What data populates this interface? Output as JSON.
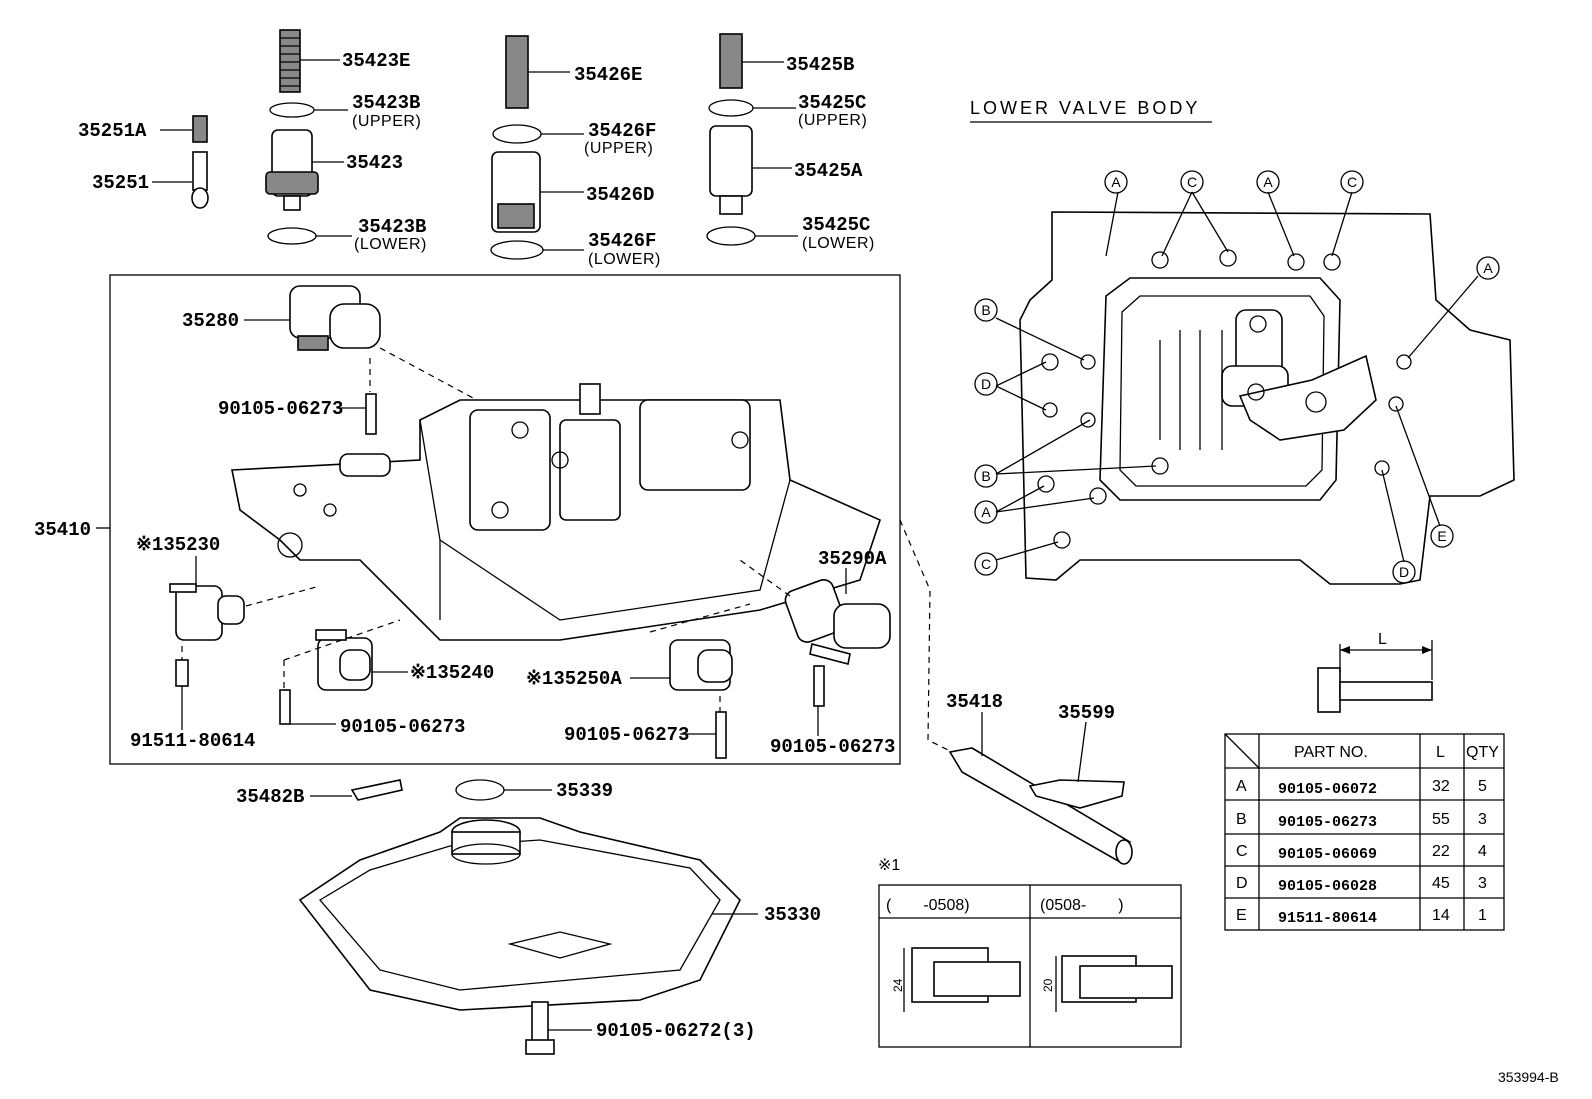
{
  "labels": {
    "p35423E": "35423E",
    "p35426E": "35426E",
    "p35425B": "35425B",
    "p35423B_u": "35423B",
    "p35426F_u": "35426F",
    "p35425C_u": "35425C",
    "upper": "(UPPER)",
    "lower": "(LOWER)",
    "p35251A": "35251A",
    "p35251": "35251",
    "p35423": "35423",
    "p35426D": "35426D",
    "p35425A": "35425A",
    "p35423B_l": "35423B",
    "p35426F_l": "35426F",
    "p35425C_l": "35425C",
    "p35280": "35280",
    "b90105_06273_a": "90105-06273",
    "p35410": "35410",
    "p135230": "※135230",
    "p35290A": "35290A",
    "p135240": "※135240",
    "p135250A": "※135250A",
    "b91511_80614": "91511-80614",
    "b90105_06273_b": "90105-06273",
    "b90105_06273_c": "90105-06273",
    "b90105_06273_d": "90105-06273",
    "p35482B": "35482B",
    "p35339": "35339",
    "p35330": "35330",
    "b90105_06272": "90105-06272(3)",
    "p35418": "35418",
    "p35599": "35599",
    "note1": "※1",
    "ref": "353994-B"
  },
  "lower_valve_body": {
    "title": "LOWER VALVE BODY",
    "markers": [
      "A",
      "C",
      "A",
      "C",
      "A",
      "B",
      "D",
      "B",
      "A",
      "C",
      "E",
      "D"
    ]
  },
  "bolt_dim": "L",
  "bolt_table": {
    "headers": [
      "PART NO.",
      "L",
      "QTY"
    ],
    "rows": [
      {
        "key": "A",
        "part": "90105-06072",
        "l": "32",
        "qty": "5"
      },
      {
        "key": "B",
        "part": "90105-06273",
        "l": "55",
        "qty": "3"
      },
      {
        "key": "C",
        "part": "90105-06069",
        "l": "22",
        "qty": "4"
      },
      {
        "key": "D",
        "part": "90105-06028",
        "l": "45",
        "qty": "3"
      },
      {
        "key": "E",
        "part": "91511-80614",
        "l": "14",
        "qty": "1"
      }
    ]
  },
  "note_table": {
    "col1": "(　　-0508)",
    "col2": "(0508-　　)",
    "dim1": "24",
    "dim2": "20"
  }
}
